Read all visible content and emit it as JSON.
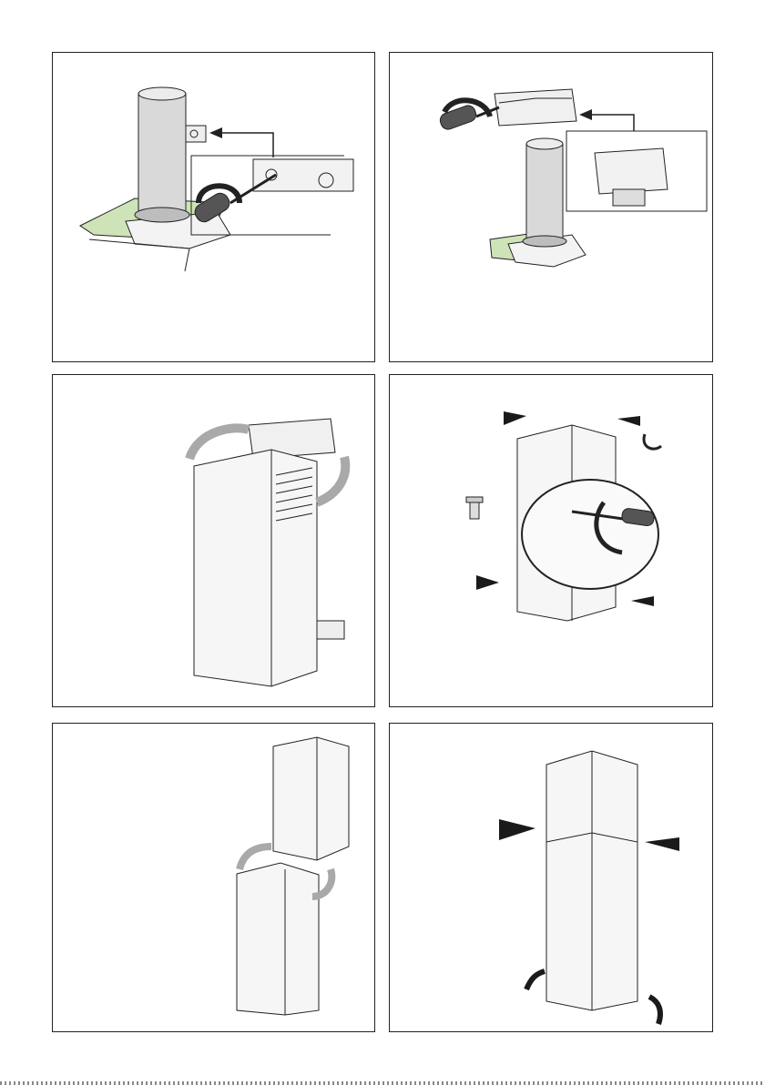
{
  "colors": {
    "outline": "#222222",
    "panel_border": "#222222",
    "surface": "#e6e6e6",
    "surface_dark": "#cfcfcf",
    "ceiling_green": "#cfe3b8",
    "arrow_gray": "#a9a9a9",
    "arrow_black": "#1a1a1a",
    "screwdriver_handle": "#555555"
  },
  "icons": [
    "duct-pipe-icon",
    "mounting-bracket-icon",
    "screwdriver-icon",
    "rotate-arrow-icon",
    "pointer-arrow-icon",
    "air-deflector-icon",
    "chimney-cover-icon",
    "screw-icon",
    "magnifier-callout-icon",
    "push-arrow-icon"
  ],
  "steps": [
    {
      "step_id": "fix-upper-bracket"
    },
    {
      "step_id": "fit-air-deflector"
    },
    {
      "step_id": "mount-upper-chimney"
    },
    {
      "step_id": "secure-upper-chimney"
    },
    {
      "step_id": "slide-lower-chimney"
    },
    {
      "step_id": "join-chimney-sections"
    }
  ]
}
